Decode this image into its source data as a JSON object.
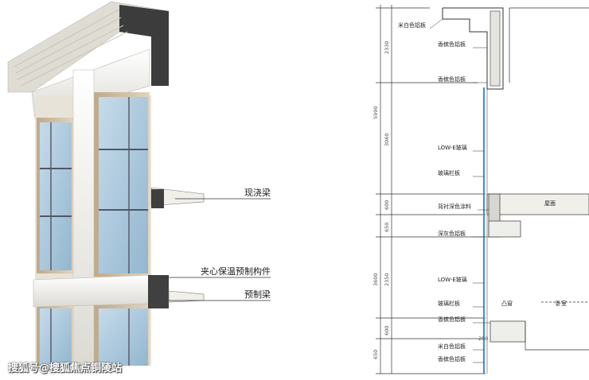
{
  "facade_callouts": {
    "cast_in_place_beam": "现浇梁",
    "sandwich_insulation_component": "夹心保温预制构件",
    "precast_beam": "预制梁"
  },
  "section_labels": {
    "off_white_aluminum_1": "米白色铝板",
    "champagne_aluminum_1": "香槟色铝板",
    "champagne_aluminum_2": "香槟色铝板",
    "low_e_glass_1": "LOW-E玻璃",
    "glass_railing_1": "玻璃栏板",
    "dark_coating": "背衬深色涂料",
    "dark_gray_aluminum": "深灰色铝板",
    "low_e_glass_2": "LOW-E玻璃",
    "glass_railing_2": "玻璃栏板",
    "champagne_aluminum_3": "香槟色铝板",
    "off_white_aluminum_2": "米白色铝板",
    "champagne_aluminum_4": "香槟色铝板",
    "roof": "屋面",
    "bay_window": "凸窗",
    "bedroom": "卧室",
    "small_dim": "250"
  },
  "dimensions": {
    "d2330": "2330",
    "d5990": "5990",
    "d3060": "3060",
    "d600a": "600",
    "d650a": "650",
    "d3600": "3600",
    "d2350": "2350",
    "d600b": "600",
    "d650b": "650"
  },
  "watermark": "搜狐号@搜狐焦点铜陵站",
  "colors": {
    "glass": "#a9c7dc",
    "frame": "#cdbba0",
    "white_panel": "#f4f3ef",
    "line": "#333333",
    "section_glass": "#4f8fc4"
  }
}
